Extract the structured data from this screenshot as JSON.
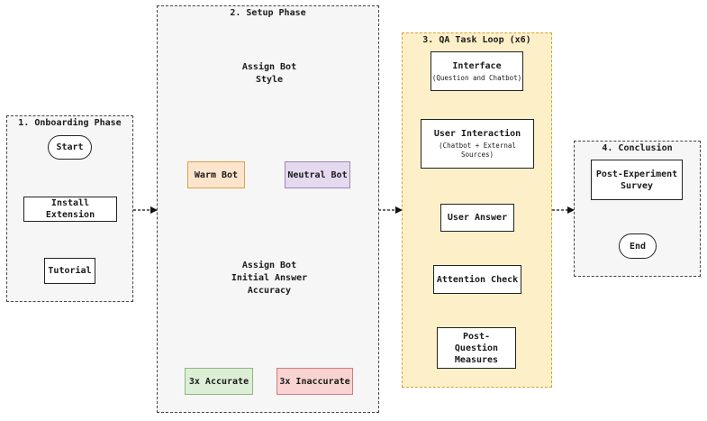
{
  "phases": {
    "onboarding": {
      "title": "1. Onboarding Phase"
    },
    "setup": {
      "title": "2. Setup Phase"
    },
    "qa": {
      "title": "3. QA Task Loop (x6)"
    },
    "conclusion": {
      "title": "4. Conclusion"
    }
  },
  "nodes": {
    "start": "Start",
    "install": "Install Extension",
    "tutorial": "Tutorial",
    "assign_style": "Assign Bot Style",
    "warm": "Warm Bot",
    "neutral": "Neutral Bot",
    "assign_accuracy": "Assign Bot Initial Answer Accuracy",
    "accurate": "3x Accurate",
    "inaccurate": "3x Inaccurate",
    "interface": {
      "title": "Interface",
      "sub": "(Question and Chatbot)"
    },
    "user_interaction": {
      "title": "User Interaction",
      "sub": "(Chatbot + External Sources)"
    },
    "user_answer": "User Answer",
    "attention_check": "Attention Check",
    "post_question": "Post-Question Measures",
    "post_experiment": "Post-Experiment Survey",
    "end": "End"
  },
  "colors": {
    "qa_phase_fill": "#fdf0c8",
    "qa_phase_border": "#d2a23c",
    "warm_fill": "#fde4cd",
    "warm_border": "#d9a34a",
    "neutral_fill": "#e4d9ef",
    "neutral_border": "#9c86b6",
    "accurate_fill": "#dcefd6",
    "accurate_border": "#8bb87e",
    "inaccurate_fill": "#f8d3d1",
    "inaccurate_border": "#d47c7a",
    "neutral_phase_fill": "#f6f6f6"
  }
}
